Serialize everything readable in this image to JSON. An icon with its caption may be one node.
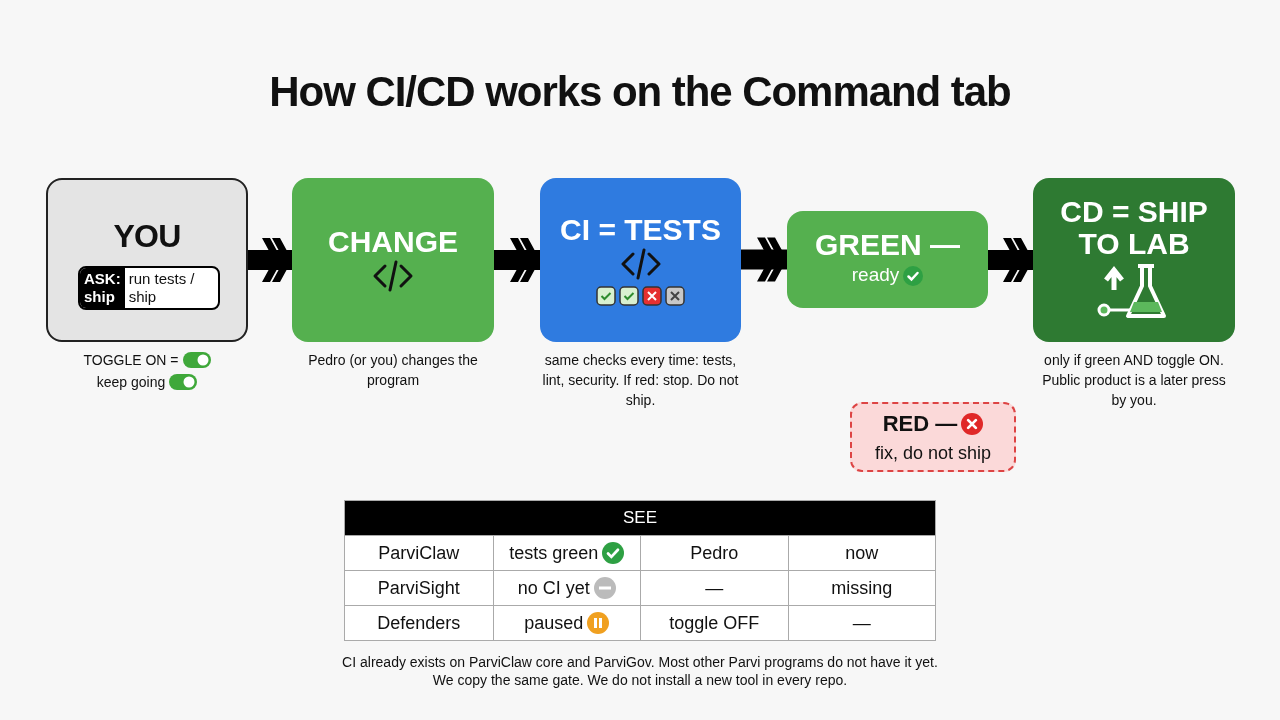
{
  "diagram": {
    "title": "How CI/CD works on the Command tab",
    "nodes": [
      {
        "text": [
          "YOU"
        ],
        "beside": [
          "TOGGLE ON =",
          "keep going"
        ]
      },
      {
        "text": [
          "ASK: ship",
          "run tests / ship"
        ],
        "in": 0
      },
      {
        "text": [
          "CHANGE"
        ],
        "beside": [
          "Pedro (or you) changes the program"
        ]
      },
      {
        "text": [
          "CI = TESTS"
        ],
        "beside": [
          "same checks every time: tests, lint, security. If red: stop. Do not ship."
        ]
      },
      {
        "text": [
          "GREEN —",
          "ready"
        ]
      },
      {
        "text": [
          "CD = SHIP TO LAB"
        ],
        "beside": [
          "only if green AND toggle ON. Public product is a later press by you."
        ]
      },
      {
        "text": [
          "RED —",
          "fix, do not ship"
        ]
      }
    ],
    "edges": [
      {
        "from": 0,
        "to": 2,
        "arrow": "to"
      },
      {
        "from": 2,
        "to": 3,
        "arrow": "to"
      },
      {
        "from": 3,
        "to": 4,
        "arrow": "to"
      },
      {
        "from": 4,
        "to": 5,
        "arrow": "to"
      }
    ],
    "labels": [
      "SEE",
      "ParviClaw",
      "tests green",
      "Pedro",
      "now",
      "ParviSight",
      "no CI yet",
      "—",
      "missing",
      "Defenders",
      "paused",
      "toggle OFF",
      "—"
    ],
    "caption": "CI already exists on ParviClaw core and ParviGov. Most other Parvi programs do not have it yet. We copy the same gate. We do not install a new tool in every repo."
  }
}
